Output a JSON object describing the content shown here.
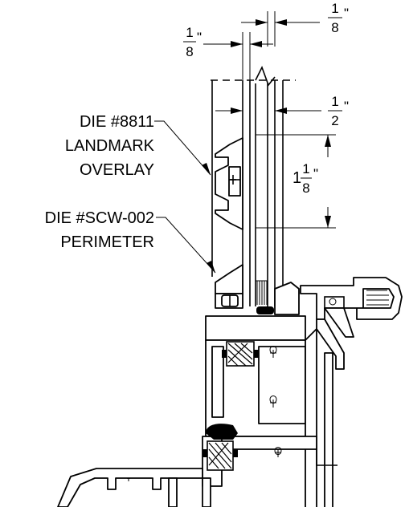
{
  "callouts": {
    "die_8811": {
      "line1": "DIE #8811",
      "line2": "LANDMARK",
      "line3": "OVERLAY"
    },
    "die_scw": {
      "line1": "DIE #SCW-002",
      "line2": "PERIMETER"
    }
  },
  "dimensions": {
    "top_right": {
      "num": "1",
      "den": "8",
      "unit": "\""
    },
    "top_left": {
      "num": "1",
      "den": "8",
      "unit": "\""
    },
    "mid_right": {
      "num": "1",
      "den": "2",
      "unit": "\""
    },
    "height": {
      "whole": "1",
      "num": "1",
      "den": "8",
      "unit": "\""
    }
  }
}
